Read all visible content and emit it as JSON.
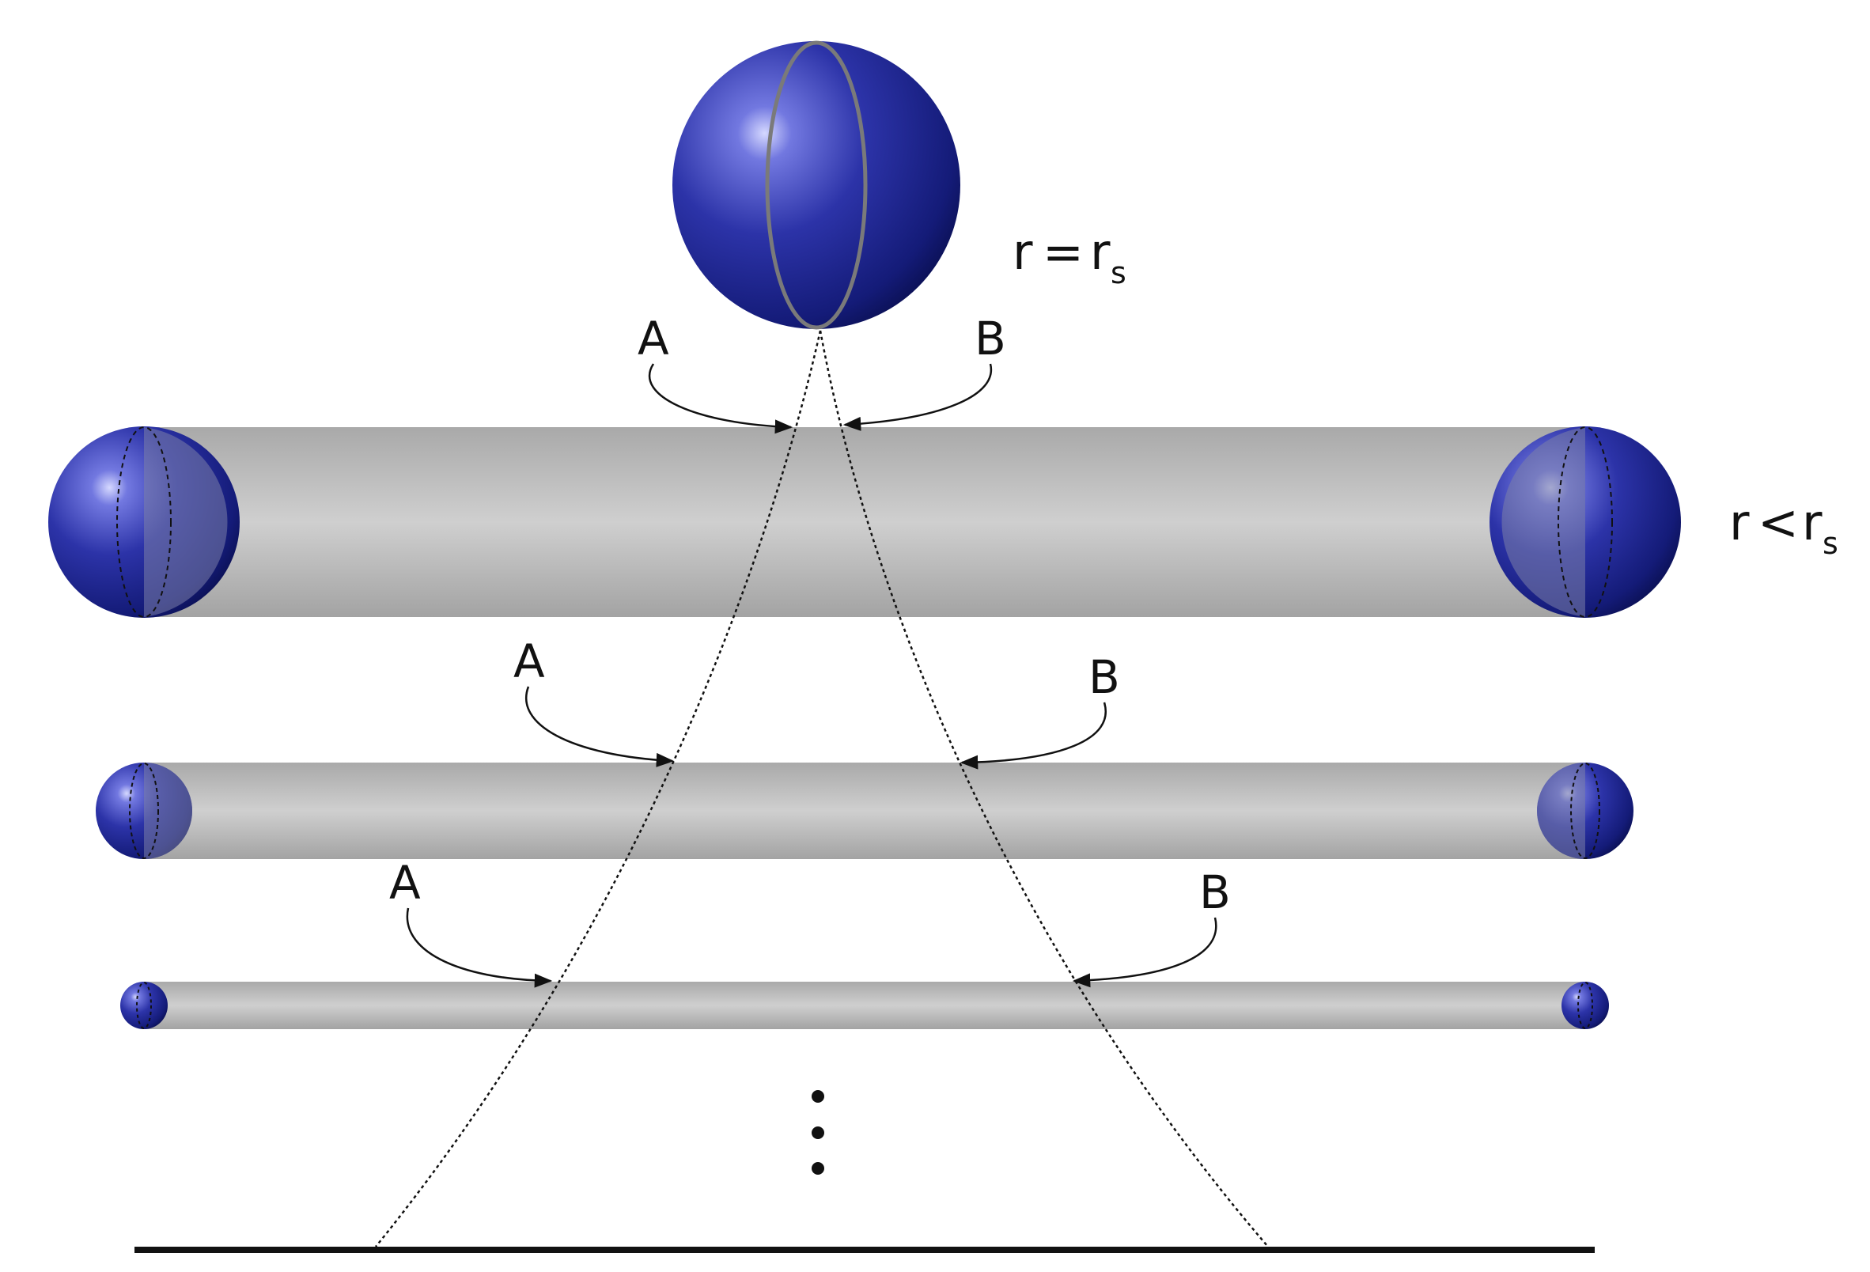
{
  "labels": {
    "top_relation": {
      "r": "r",
      "op": "=",
      "rs": "r",
      "rs_sub": "s"
    },
    "mid_relation": {
      "r": "r",
      "op": "<",
      "rs": "r",
      "rs_sub": "s"
    },
    "arrow_a": "A",
    "arrow_b": "B"
  },
  "colors": {
    "sphere": "#2a2f9a",
    "sphere_dark": "#101560",
    "tube": "#c2c2c2",
    "rim": "#7a7a7a",
    "line": "#111111"
  }
}
